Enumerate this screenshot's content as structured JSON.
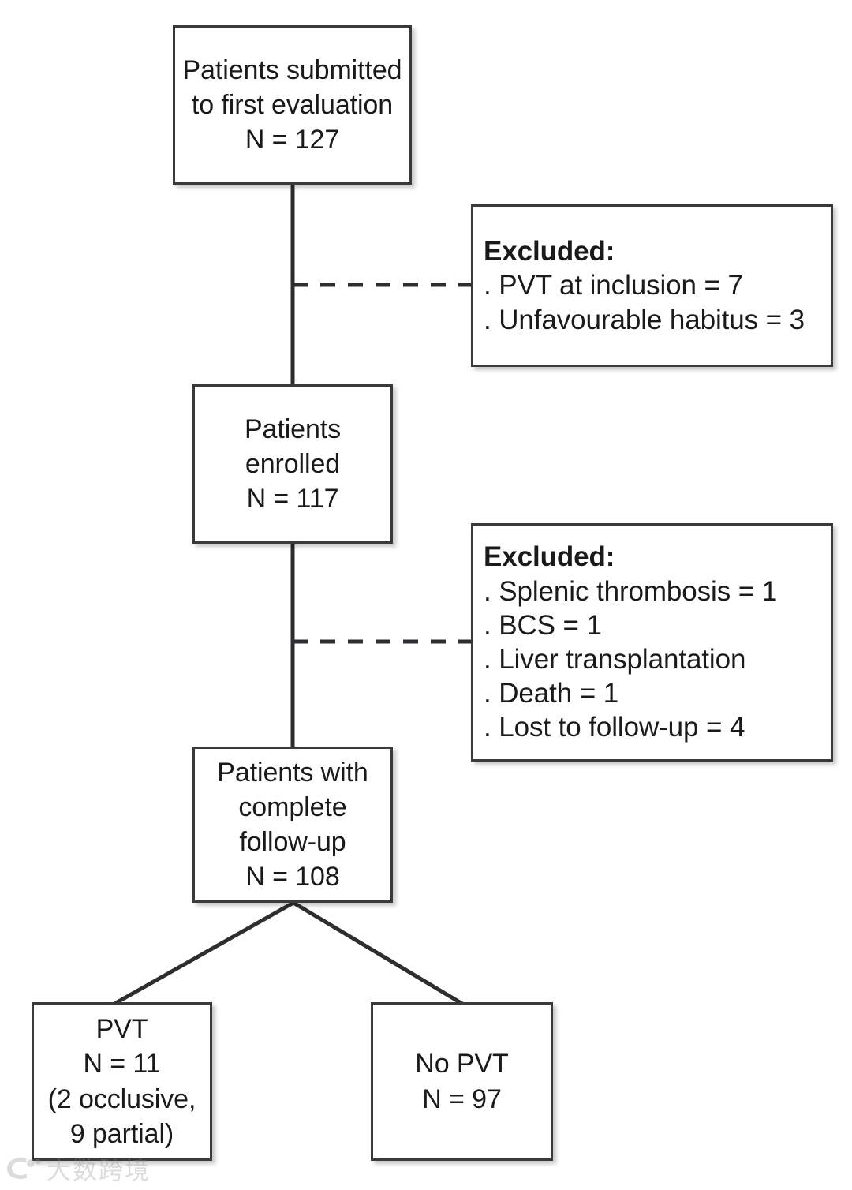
{
  "figure": {
    "type": "flowchart",
    "orientation": "top-down",
    "nodes": {
      "first_evaluation": {
        "lines": [
          "Patients submitted",
          "to first evaluation",
          "N = 127"
        ]
      },
      "enrolled": {
        "lines": [
          "Patients",
          "enrolled",
          "N = 117"
        ]
      },
      "complete_followup": {
        "lines": [
          "Patients with",
          "complete",
          "follow-up",
          "N = 108"
        ]
      },
      "excluded_1": {
        "heading": "Excluded:",
        "items": [
          ". PVT at inclusion = 7",
          ". Unfavourable habitus = 3"
        ]
      },
      "excluded_2": {
        "heading": "Excluded:",
        "items": [
          ". Splenic thrombosis = 1",
          ". BCS = 1",
          ". Liver transplantation",
          ". Death = 1",
          ". Lost to follow-up = 4"
        ]
      },
      "pvt": {
        "lines": [
          "PVT",
          "N = 11",
          "(2 occlusive,",
          "9 partial)"
        ]
      },
      "no_pvt": {
        "lines": [
          "No PVT",
          "N = 97"
        ]
      }
    },
    "colors": {
      "box_border": "#3a3a3c",
      "box_fill": "#ffffff",
      "connector": "#2e2e30",
      "text": "#1a1a1a"
    }
  },
  "watermark": {
    "text": "大数跨境",
    "logo": "dashu-logo-icon"
  }
}
